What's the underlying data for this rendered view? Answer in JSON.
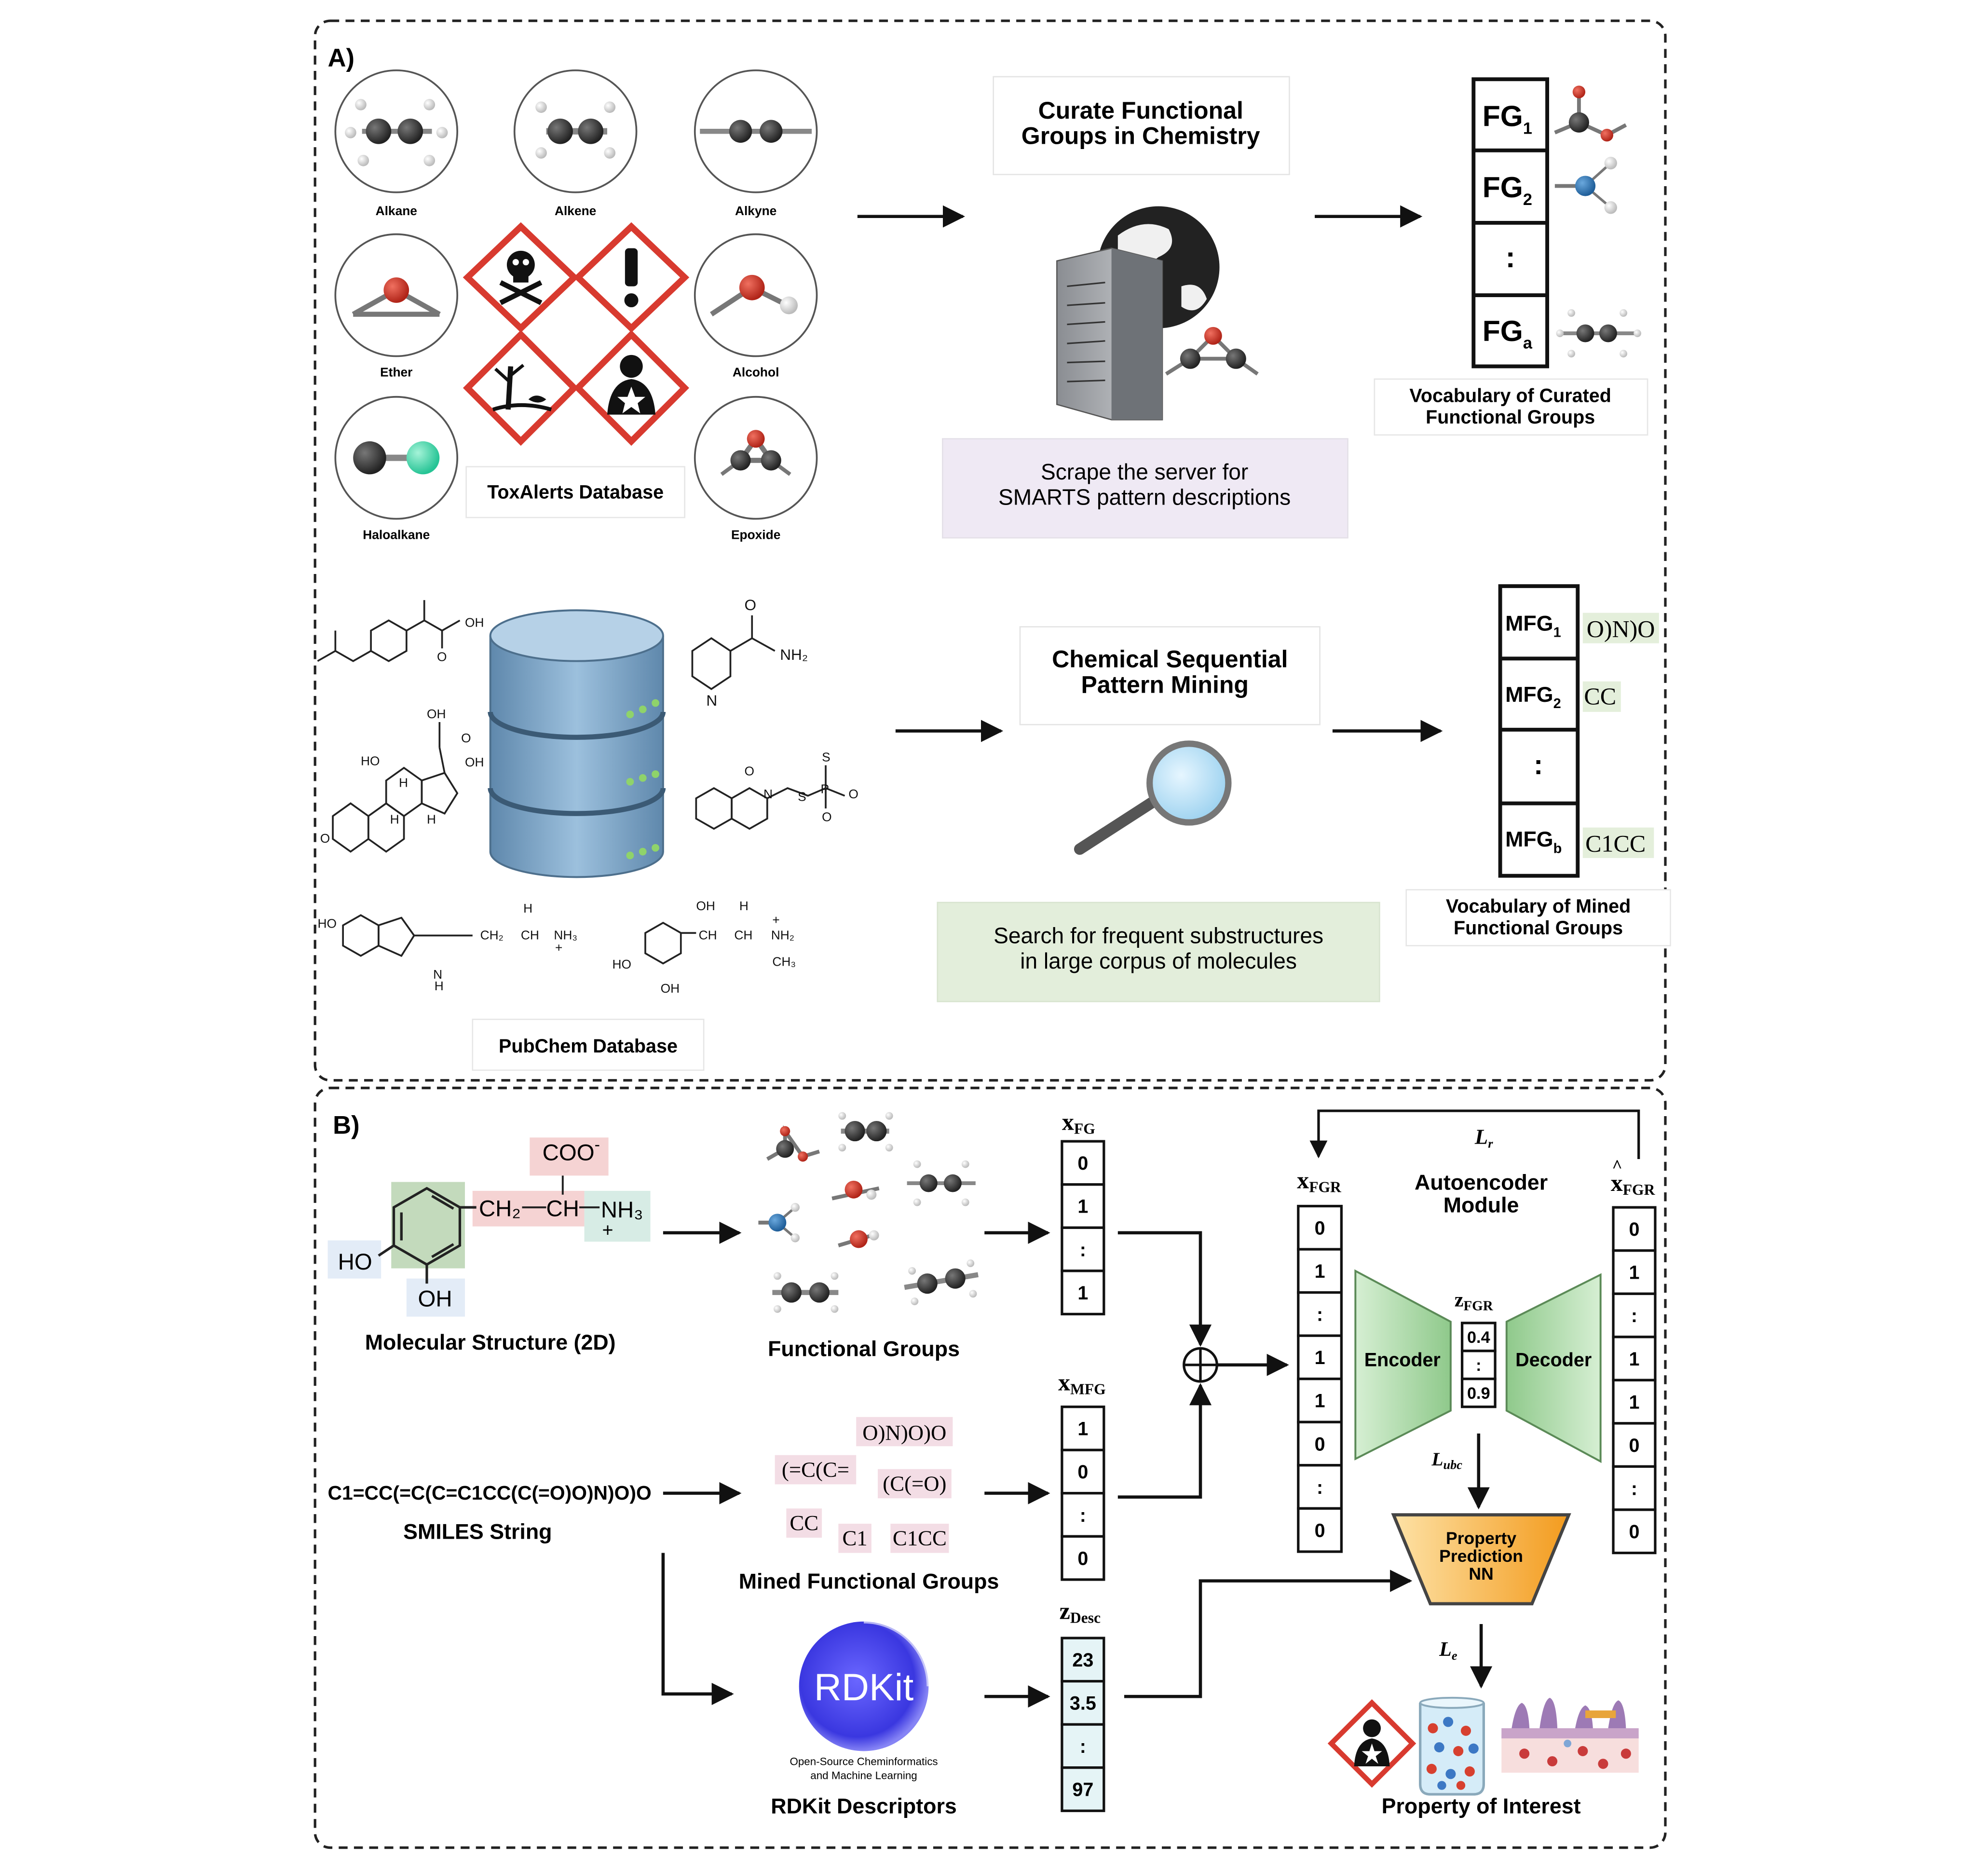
{
  "colors": {
    "arrow": "#111111",
    "panel_border": "#222222",
    "hazard_red": "#d83a2f",
    "db_blue": "#7fa6c7",
    "scrape_bg": "#efe9f4",
    "search_bg": "#e3eedb",
    "encoder_green": "#b5dcb2",
    "nn_orange": "#f3a72f",
    "desc_box": "#e5f4f6",
    "pink_chip": "#f3dde5",
    "mfg_chip": "#e4efdb",
    "rdkit_blue": "#4a47e8"
  },
  "panelA": {
    "label": "A)",
    "molecules": [
      "Alkane",
      "Alkene",
      "Alkyne",
      "Ether",
      "Alcohol",
      "Haloalkane",
      "Epoxide"
    ],
    "toxalerts": "ToxAlerts Database",
    "curate": [
      "Curate Functional",
      "Groups in Chemistry"
    ],
    "scrape": [
      "Scrape the server for",
      "SMARTS pattern descriptions"
    ],
    "fg_vocab": {
      "cells": [
        {
          "main": "FG",
          "sub": "1"
        },
        {
          "main": "FG",
          "sub": "2"
        },
        {
          "main": ":",
          "sub": ""
        },
        {
          "main": "FG",
          "sub": "a"
        }
      ],
      "caption": [
        "Vocabulary of Curated",
        "Functional Groups"
      ]
    },
    "pubchem": "PubChem Database",
    "mining": [
      "Chemical Sequential",
      "Pattern Mining"
    ],
    "search": [
      "Search for frequent substructures",
      "in large corpus of molecules"
    ],
    "mfg_vocab": {
      "cells": [
        {
          "main": "MFG",
          "sub": "1",
          "smiles": "O)N)O"
        },
        {
          "main": "MFG",
          "sub": "2",
          "smiles": "CC"
        },
        {
          "main": ":",
          "sub": "",
          "smiles": ""
        },
        {
          "main": "MFG",
          "sub": "b",
          "smiles": "C1CC"
        }
      ],
      "caption": [
        "Vocabulary of Mined",
        "Functional Groups"
      ]
    },
    "struct_text": {
      "oh": "OH",
      "o": "O",
      "nh2": "NH₂",
      "ho": "HO",
      "h": "H",
      "n": "N",
      "s": "S",
      "p": "P",
      "ch2": "CH₂",
      "ch": "CH",
      "nh3": "NH₃",
      "nh2b": "NH₂",
      "ch3": "CH₃",
      "plus": "+",
      "dash": "—"
    }
  },
  "panelB": {
    "label": "B)",
    "mol": {
      "coo": "COO",
      "coo_sup": "-",
      "ch2": "CH₂",
      "ch": "CH",
      "nh3": "NH₃",
      "plus": "+",
      "ho": "HO",
      "oh": "OH",
      "caption": "Molecular Structure (2D)"
    },
    "smiles": "C1=CC(=C(C=C1CC(C(=O)O)N)O)O",
    "smiles_caption": "SMILES String",
    "fg_caption": "Functional Groups",
    "mfg_chips": [
      "O)N)O)O",
      "(=C(C=",
      "(C(=O)",
      "CC",
      "C1",
      "C1CC"
    ],
    "mfg_caption": "Mined Functional Groups",
    "rdkit_logo": "RDKit",
    "rdkit_tag": [
      "Open-Source Cheminformatics",
      "and Machine Learning"
    ],
    "rdkit_caption": "RDKit Descriptors",
    "x_fg": {
      "sym": "x",
      "sub": "FG",
      "values": [
        "0",
        "1",
        ":",
        "1"
      ]
    },
    "x_mfg": {
      "sym": "x",
      "sub": "MFG",
      "values": [
        "1",
        "0",
        ":",
        "0"
      ]
    },
    "z_desc": {
      "sym": "z",
      "sub": "Desc",
      "values": [
        "23",
        "3.5",
        ":",
        "97"
      ]
    },
    "concat": "⊕",
    "x_fgr": {
      "sym": "x",
      "sub": "FGR",
      "values": [
        "0",
        "1",
        ":",
        "1",
        "1",
        "0",
        ":",
        "0"
      ]
    },
    "x_hat_fgr": {
      "sym": "x",
      "hat": "^",
      "sub": "FGR",
      "values": [
        "0",
        "1",
        ":",
        "1",
        "1",
        "0",
        ":",
        "0"
      ]
    },
    "autoencoder": [
      "Autoencoder",
      "Module"
    ],
    "encoder": "Encoder",
    "decoder": "Decoder",
    "z_fgr": {
      "sym": "z",
      "sub": "FGR",
      "values": [
        "0.4",
        ":",
        "0.9"
      ]
    },
    "loss_r": {
      "sym": "L",
      "sub": "r"
    },
    "loss_ubc": {
      "sym": "L",
      "sub": "ubc"
    },
    "loss_e": {
      "sym": "L",
      "sub": "e"
    },
    "nn": [
      "Property",
      "Prediction",
      "NN"
    ],
    "property_caption": "Property of Interest"
  }
}
